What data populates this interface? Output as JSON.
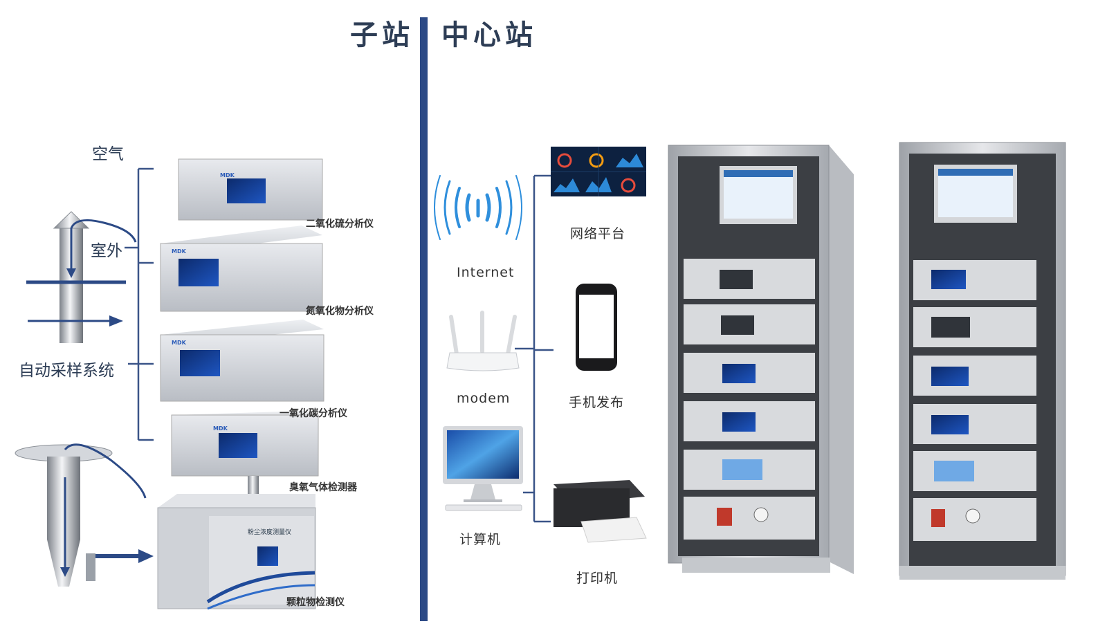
{
  "header": {
    "substation": "子站",
    "center": "中心站"
  },
  "substation": {
    "air": "空气",
    "outdoor": "室外",
    "sampling": "自动采样系统",
    "analyzers": [
      {
        "label": "二氧化硫分析仪"
      },
      {
        "label": "氮氧化物分析仪"
      },
      {
        "label": "一氧化碳分析仪"
      },
      {
        "label": "臭氧气体检测器"
      },
      {
        "label": "颗粒物检测仪"
      }
    ],
    "brand": "MDK",
    "particle_panel": "粉尘浓度测量仪"
  },
  "center": {
    "internet": "Internet",
    "modem": "modem",
    "computer": "计算机",
    "platform": "网络平台",
    "mobile": "手机发布",
    "printer": "打印机"
  },
  "colors": {
    "divider": "#2c4a86",
    "line": "#3a5488",
    "wifi": "#2f8fdc",
    "title": "#2d3d55"
  }
}
